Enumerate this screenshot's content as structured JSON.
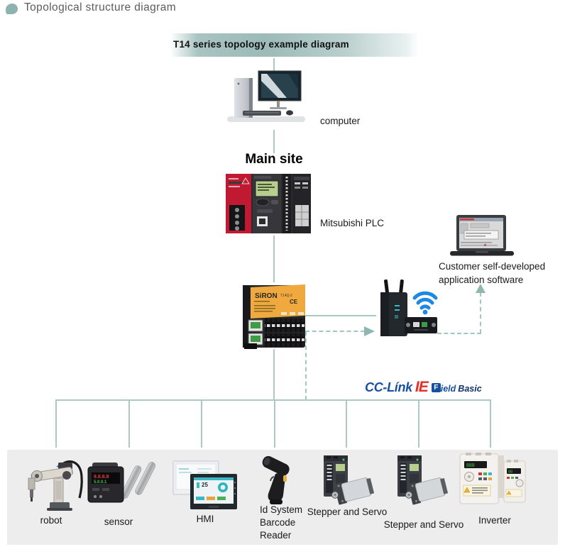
{
  "header": {
    "section_title": "Topological structure diagram"
  },
  "banner": {
    "title": "T14 series topology example diagram"
  },
  "topology": {
    "computer_label": "computer",
    "main_site_label": "Main site",
    "plc_label": "Mitsubishi PLC",
    "siron_brand": "SiRON",
    "siron_model": "T14Q-2",
    "siron_ce": "CE",
    "laptop_label_line1": "Customer self-developed",
    "laptop_label_line2": "application software",
    "cclink": {
      "cc": "CC-Línk",
      "ie": "IE",
      "f": "F",
      "ield": "ield",
      "basic": "Basic"
    }
  },
  "field_devices": [
    {
      "label": "robot"
    },
    {
      "label": "sensor"
    },
    {
      "label": "HMI"
    },
    {
      "label": "Id System Barcode Reader"
    },
    {
      "label": "Stepper and Servo"
    },
    {
      "label": "Stepper and Servo"
    },
    {
      "label": "Inverter"
    }
  ],
  "colors": {
    "accent_teal": "#9bbab8",
    "line_teal": "#abc8c3",
    "cclink_blue": "#1551a0",
    "cclink_red": "#e23028",
    "wifi_blue": "#1e88e5",
    "panel_gray": "#ededee",
    "siron_yellow": "#efa93f",
    "plc_red": "#c01a32"
  }
}
